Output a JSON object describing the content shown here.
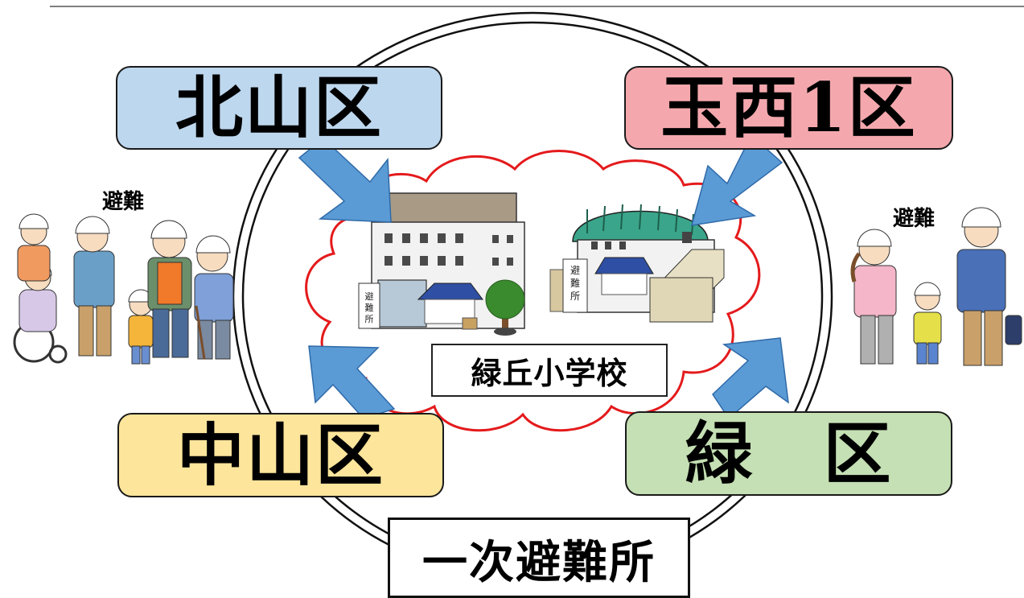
{
  "districts": {
    "kitayama": "北山区",
    "tamanishi": "玉西1区",
    "nakayama": "中山区",
    "midori": "緑　区"
  },
  "school_name": "緑丘小学校",
  "shelter_label": "一次避難所",
  "evacuation_label_left": "避難",
  "evacuation_label_right": "避難",
  "sign_text": "避難所",
  "colors": {
    "kitayama": "#bdd7ee",
    "tamanishi": "#f4a8ad",
    "nakayama": "#fde59b",
    "midori": "#c5e0b4",
    "arrow": "#5b9bd5",
    "cloud": "#e41a1c"
  }
}
